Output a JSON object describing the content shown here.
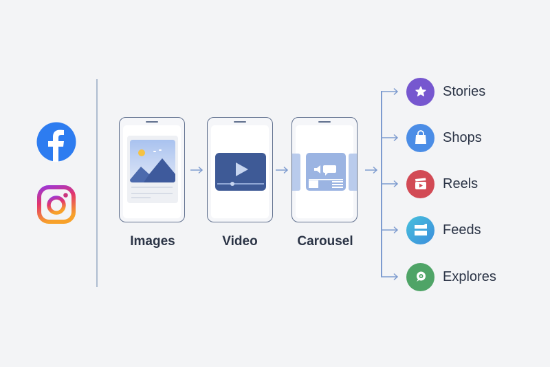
{
  "sources": [
    {
      "name": "Facebook",
      "icon": "facebook-icon",
      "color": "#2d7cf0"
    },
    {
      "name": "Instagram",
      "icon": "instagram-icon",
      "colors": [
        "#7c3aed",
        "#e23a74",
        "#f59e2b"
      ]
    }
  ],
  "formats": [
    {
      "label": "Images",
      "icon": "image-icon"
    },
    {
      "label": "Video",
      "icon": "video-play-icon"
    },
    {
      "label": "Carousel",
      "icon": "carousel-icon"
    }
  ],
  "destinations": [
    {
      "label": "Stories",
      "icon": "star-icon",
      "color": "#7657cf"
    },
    {
      "label": "Shops",
      "icon": "shopping-bag-icon",
      "color": "#4b8de6"
    },
    {
      "label": "Reels",
      "icon": "reels-clapper-icon",
      "color": "#d24a55"
    },
    {
      "label": "Feeds",
      "icon": "feed-icon",
      "color": "#3ea8da"
    },
    {
      "label": "Explores",
      "icon": "explore-compass-icon",
      "color": "#4fa467"
    }
  ],
  "colors": {
    "background": "#f3f4f6",
    "connector": "#7d9bcf",
    "phone_outline": "#5f6f8d",
    "text": "#2b3446"
  }
}
